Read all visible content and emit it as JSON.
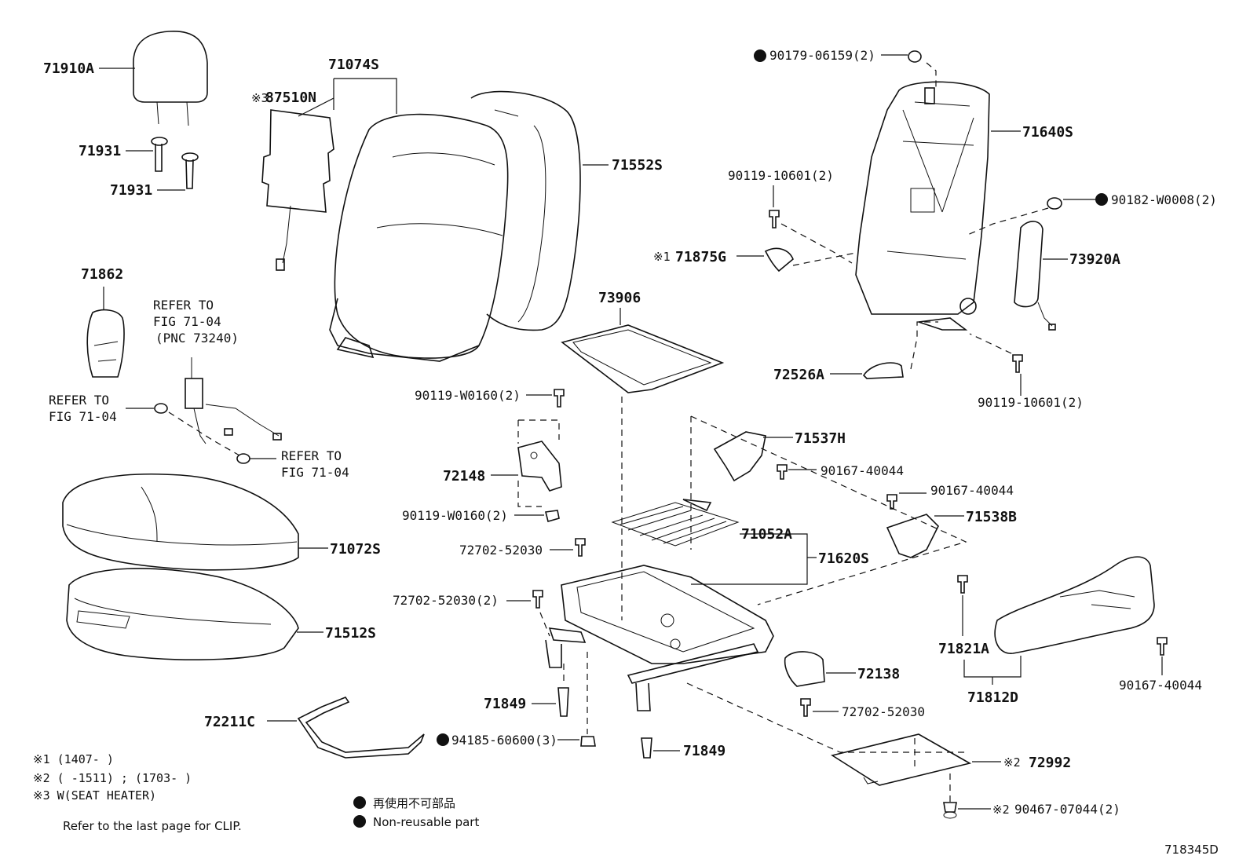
{
  "diagram": {
    "id_code": "718345D",
    "labels": {
      "p71910A": "71910A",
      "p71931a": "71931",
      "p71931b": "71931",
      "p71074S": "71074S",
      "p87510N": "87510N",
      "p87510N_mark": "※3",
      "p71552S": "71552S",
      "p71862": "71862",
      "refer1_l1": "REFER TO",
      "refer1_l2": "FIG 71-04",
      "refer1_l3": "(PNC 73240)",
      "refer2_l1": "REFER TO",
      "refer2_l2": "FIG 71-04",
      "refer3_l1": "REFER TO",
      "refer3_l2": "FIG 71-04",
      "p71072S": "71072S",
      "p71512S": "71512S",
      "p72211C": "72211C",
      "p90179": "90179-06159(2)",
      "p71640S": "71640S",
      "p90119_10601a": "90119-10601(2)",
      "p90182": "90182-W0008(2)",
      "p71875G": "71875G",
      "p71875G_mark": "※1",
      "p73920A": "73920A",
      "p73906": "73906",
      "p72526A": "72526A",
      "p90119_10601b": "90119-10601(2)",
      "p90119_W0160a": "90119-W0160(2)",
      "p72148": "72148",
      "p90119_W0160b": "90119-W0160(2)",
      "p71537H": "71537H",
      "p90167_a": "90167-40044",
      "p90167_b": "90167-40044",
      "p71538B": "71538B",
      "p71052A": "71052A",
      "p71620S": "71620S",
      "p72702_a": "72702-52030",
      "p72702_b": "72702-52030(2)",
      "p71821A": "71821A",
      "p90167_c": "90167-40044",
      "p72138": "72138",
      "p71812D": "71812D",
      "p71849a": "71849",
      "p72702_c": "72702-52030",
      "p94185": "94185-60600(3)",
      "p71849b": "71849",
      "p72992": "72992",
      "p72992_mark": "※2",
      "p90467": "90467-07044(2)",
      "p90467_mark": "※2"
    },
    "notes": [
      "※1 (1407-      )",
      "※2 (      -1511) ; (1703-      )",
      "※3 W(SEAT HEATER)"
    ],
    "clip_note": "Refer to the last page for CLIP.",
    "legend": {
      "jp": "再使用不可部品",
      "en": "Non-reusable part"
    }
  }
}
